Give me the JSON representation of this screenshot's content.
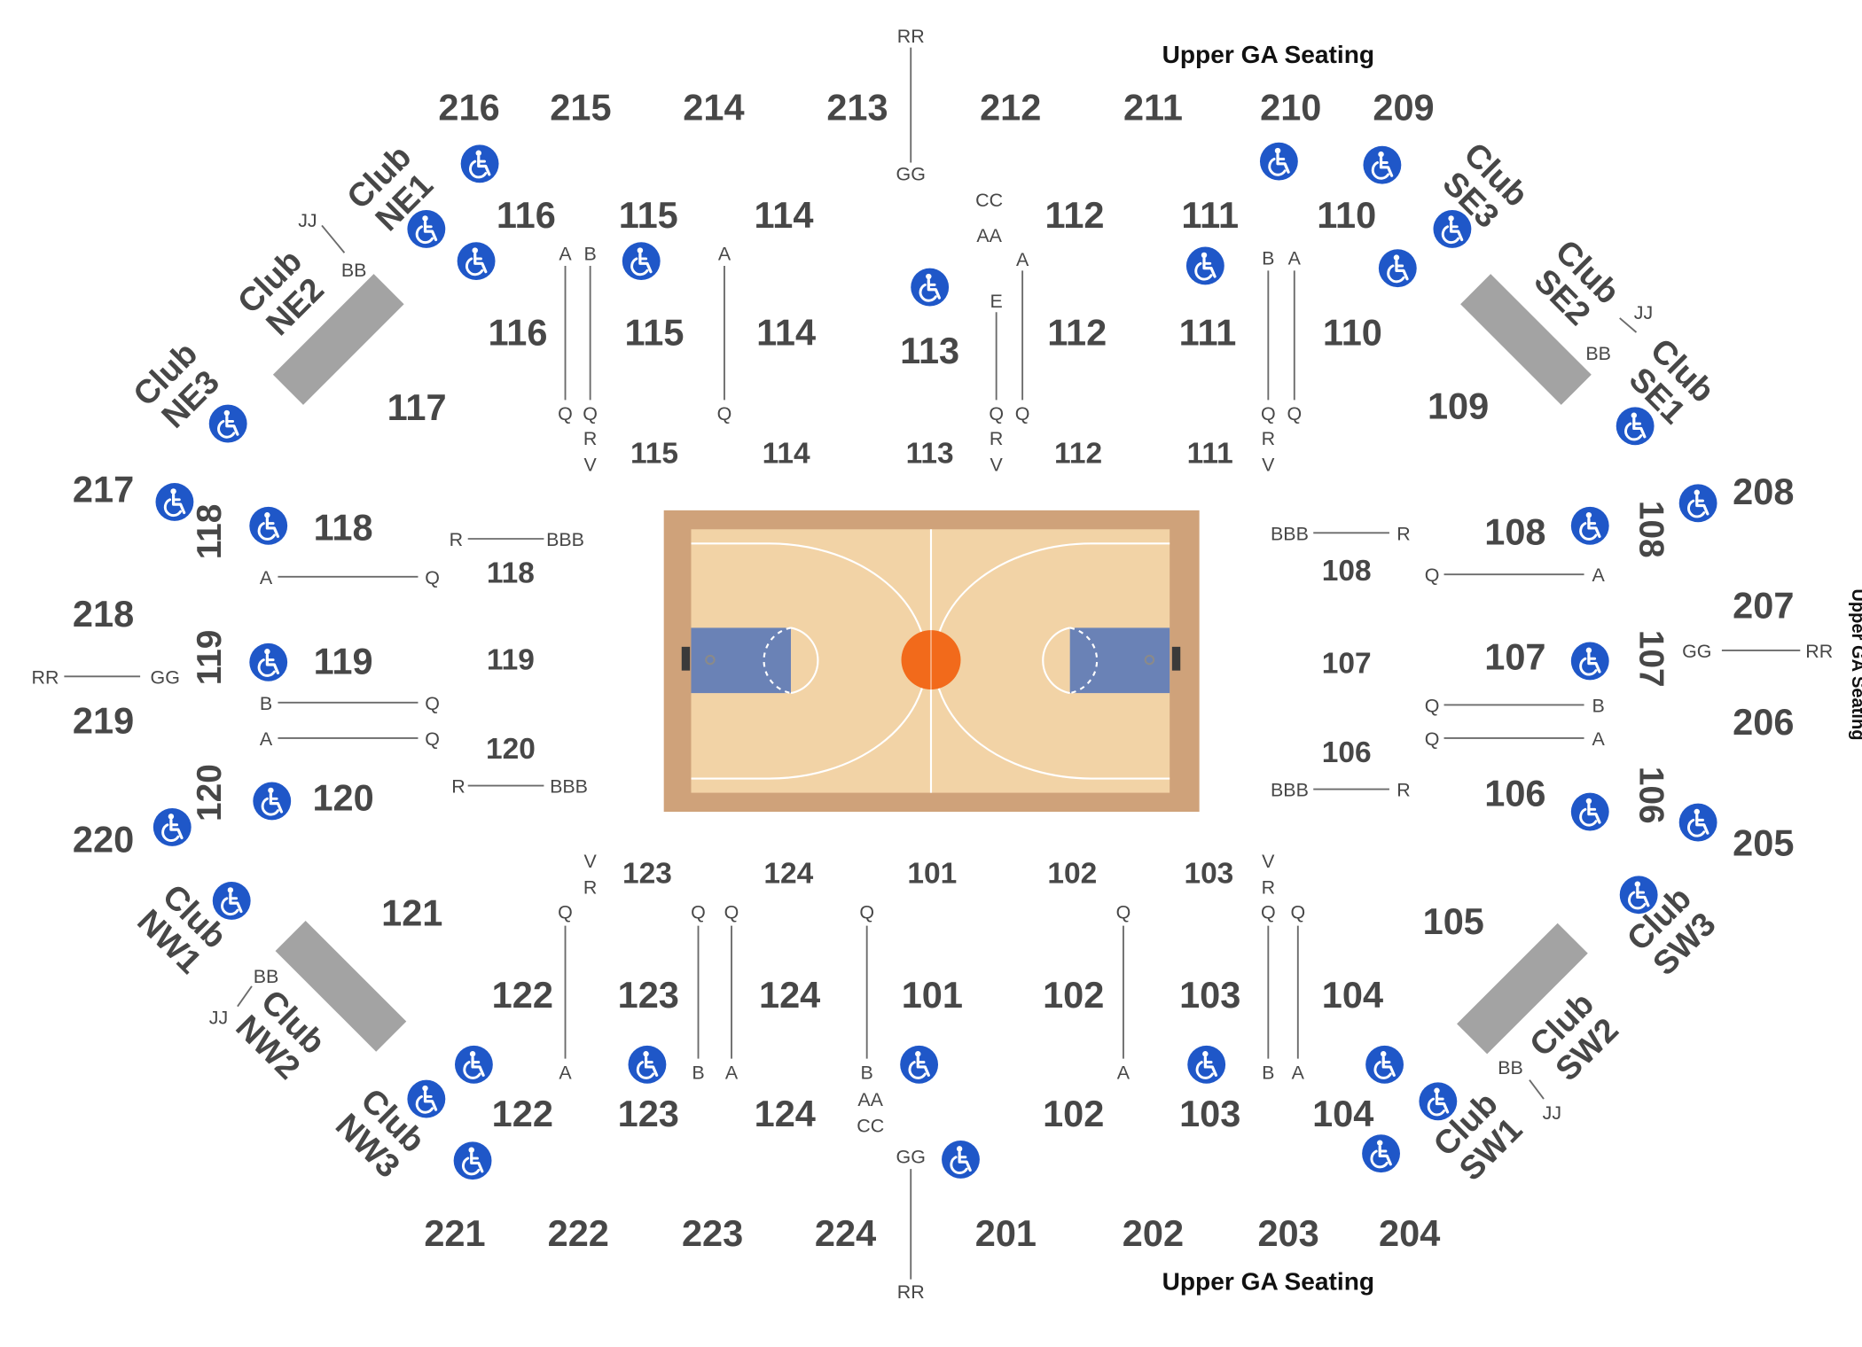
{
  "headers": {
    "upper_ga": "Upper GA Seating"
  },
  "colors": {
    "wheelchair": "#1f57c8",
    "court_border": "#cfa27a",
    "court_floor": "#f2d3a6",
    "paint": "#6a82b6",
    "ball": "#f26a1b",
    "club_box": "#a3a3a3",
    "section_text": "#474747"
  },
  "icons": {
    "accessible": "wheelchair-icon"
  },
  "sections": {
    "s216": "216",
    "s215": "215",
    "s214": "214",
    "s213": "213",
    "s212": "212",
    "s211": "211",
    "s210": "210",
    "s209": "209",
    "s217": "217",
    "s218": "218",
    "s219": "219",
    "s220": "220",
    "s208": "208",
    "s207": "207",
    "s206": "206",
    "s205": "205",
    "s221": "221",
    "s222": "222",
    "s223": "223",
    "s224": "224",
    "s201": "201",
    "s202": "202",
    "s203": "203",
    "s204": "204",
    "s101": "101",
    "s102": "102",
    "s103": "103",
    "s104": "104",
    "s105": "105",
    "s106": "106",
    "s107": "107",
    "s108": "108",
    "s109": "109",
    "s110": "110",
    "s111": "111",
    "s112": "112",
    "s113": "113",
    "s114": "114",
    "s115": "115",
    "s116": "116",
    "s117": "117",
    "s118": "118",
    "s119": "119",
    "s120": "120",
    "s121": "121",
    "s122": "122",
    "s123": "123",
    "s124": "124"
  },
  "clubs": {
    "club": "Club",
    "ne1": "NE1",
    "ne2": "NE2",
    "ne3": "NE3",
    "se1": "SE1",
    "se2": "SE2",
    "se3": "SE3",
    "nw1": "NW1",
    "nw2": "NW2",
    "nw3": "NW3",
    "sw1": "SW1",
    "sw2": "SW2",
    "sw3": "SW3"
  },
  "rows": {
    "rr": "RR",
    "gg": "GG",
    "cc": "CC",
    "aa": "AA",
    "bb": "BB",
    "jj": "JJ",
    "bbb": "BBB",
    "a": "A",
    "b": "B",
    "e": "E",
    "q": "Q",
    "r": "R",
    "v": "V"
  }
}
